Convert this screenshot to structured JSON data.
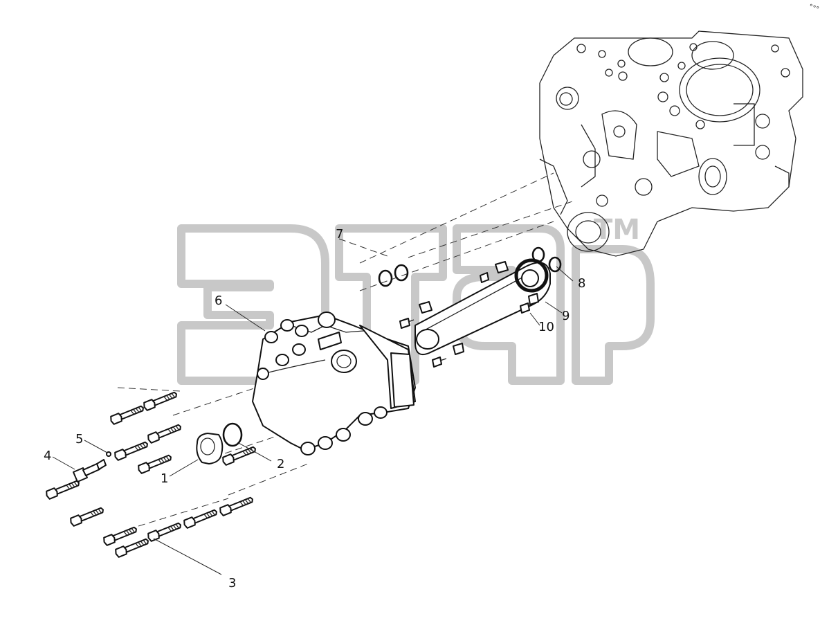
{
  "diagram": {
    "watermark_text": "этар",
    "trademark": "TM",
    "corner_mark": "°°°",
    "callouts": {
      "c1": "1",
      "c2": "2",
      "c3": "3",
      "c4": "4",
      "c5": "5",
      "c6": "6",
      "c7": "7",
      "c8": "8",
      "c9": "9",
      "c10": "10"
    }
  }
}
